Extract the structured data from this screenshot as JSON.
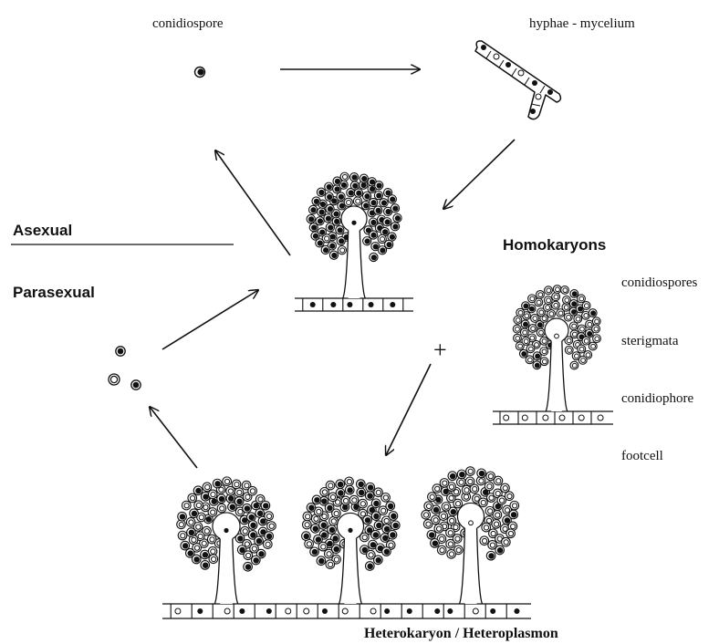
{
  "title": "Heterokaryon / Heteroplasmon",
  "labels": {
    "conidiospore": "conidiospore",
    "hyphae": "hyphae - mycelium",
    "asexual": "Asexual",
    "parasexual": "Parasexual",
    "homokaryons": "Homokaryons",
    "plus": "+"
  },
  "homokaryon_parts": [
    "conidiospores",
    "sterigmata",
    "conidiophore",
    "footcell"
  ]
}
